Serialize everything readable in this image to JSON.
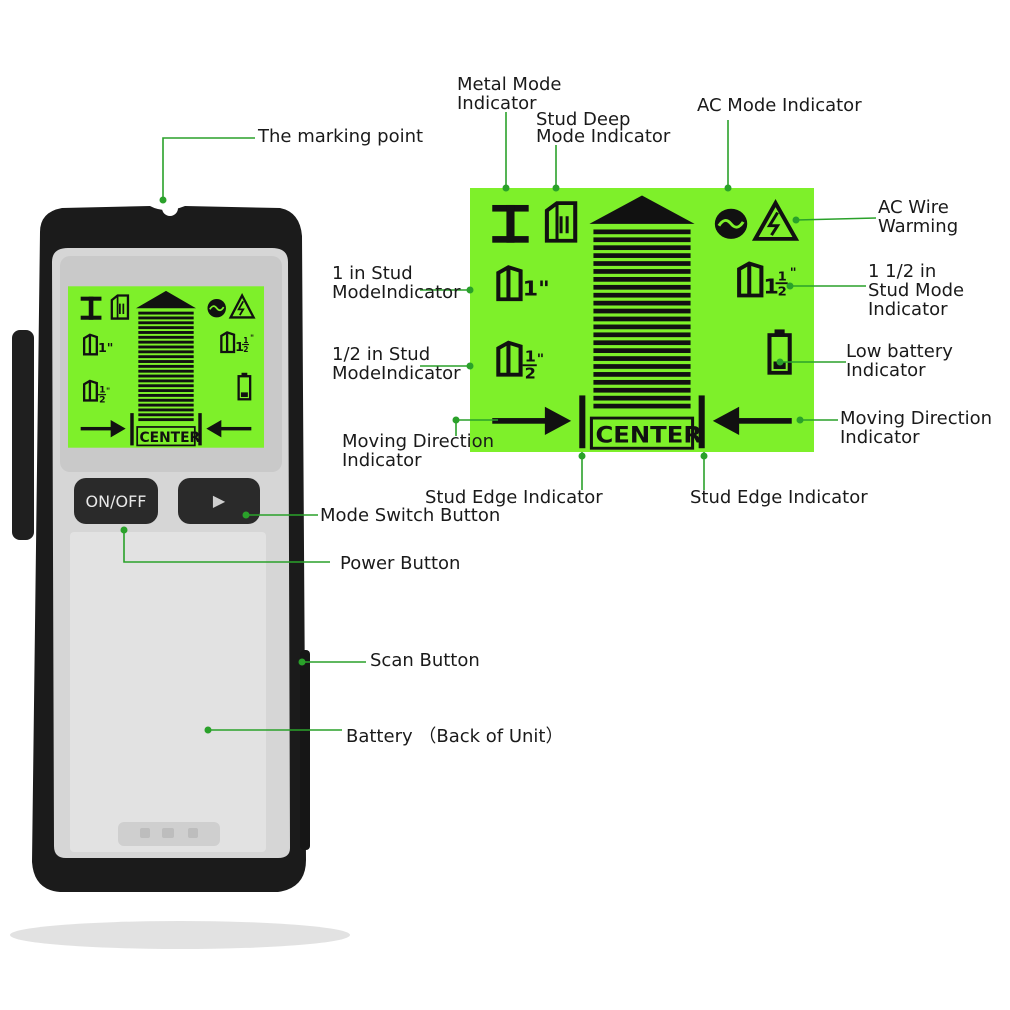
{
  "device": {
    "power_button_label": "ON/OFF",
    "mode_button_glyph": "▶",
    "center_label": "CENTER",
    "fraction_one": "1\"",
    "fraction_half_top": "1",
    "fraction_half_bottom": "2",
    "fraction_one_half_whole": "1",
    "fraction_one_half_top": "1",
    "fraction_one_half_bottom": "2",
    "inch_mark": "\""
  },
  "lcd": {
    "center_label": "CENTER",
    "one_inch": "1\"",
    "half_top": "1",
    "half_bottom": "2",
    "one_half_whole": "1",
    "one_half_top": "1",
    "one_half_bottom": "2",
    "inch_mark": "\"",
    "bar_segments": 23,
    "icons": [
      "metal-mode-icon",
      "stud-deep-mode-icon",
      "ac-wave-icon",
      "ac-warning-icon",
      "stud-1in-icon",
      "stud-half-in-icon",
      "stud-1-half-in-icon",
      "battery-icon",
      "arrow-right-icon",
      "arrow-left-icon",
      "bar-graph-icon"
    ]
  },
  "colors": {
    "lcd_green": "#7ef02a",
    "leader_green": "#2aa12a",
    "case_black": "#1c1c1c",
    "panel_silver": "#d9d9d9"
  },
  "labels": {
    "marking_point": "The marking point",
    "metal_mode": "Metal Mode\nIndicator",
    "stud_deep": "Stud Deep\nMode Indicator",
    "ac_mode": "AC Mode Indicator",
    "ac_wire": "AC Wire\nWarming",
    "stud_1in": "1 in Stud\nModeIndicator",
    "stud_1_half": "1 1/2 in\nStud Mode\nIndicator",
    "stud_half": "1/2 in Stud\nModeIndicator",
    "low_battery": "Low battery\nIndicator",
    "moving_dir_left": "Moving Direction\nIndicator",
    "moving_dir_right": "Moving Direction\nIndicator",
    "stud_edge_left": "Stud Edge Indicator",
    "stud_edge_right": "Stud Edge Indicator",
    "mode_switch": "Mode Switch Button",
    "power_button": "Power Button",
    "scan_button": "Scan Button",
    "battery": "Battery （Back of Unit）"
  }
}
